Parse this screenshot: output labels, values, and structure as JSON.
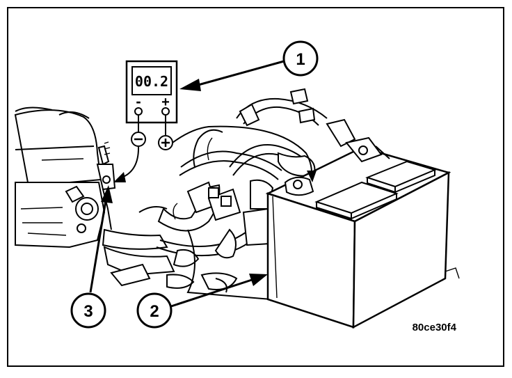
{
  "meter": {
    "display_value": "00.2",
    "minus_label": "-",
    "plus_label": "+",
    "minus_lead_symbol": "−",
    "plus_lead_symbol": "+"
  },
  "callouts": [
    {
      "number": "1"
    },
    {
      "number": "2"
    },
    {
      "number": "3"
    }
  ],
  "figure_code": "80ce30f4",
  "colors": {
    "ink": "#000000",
    "background": "#ffffff",
    "shade": "#d9d9d9"
  }
}
